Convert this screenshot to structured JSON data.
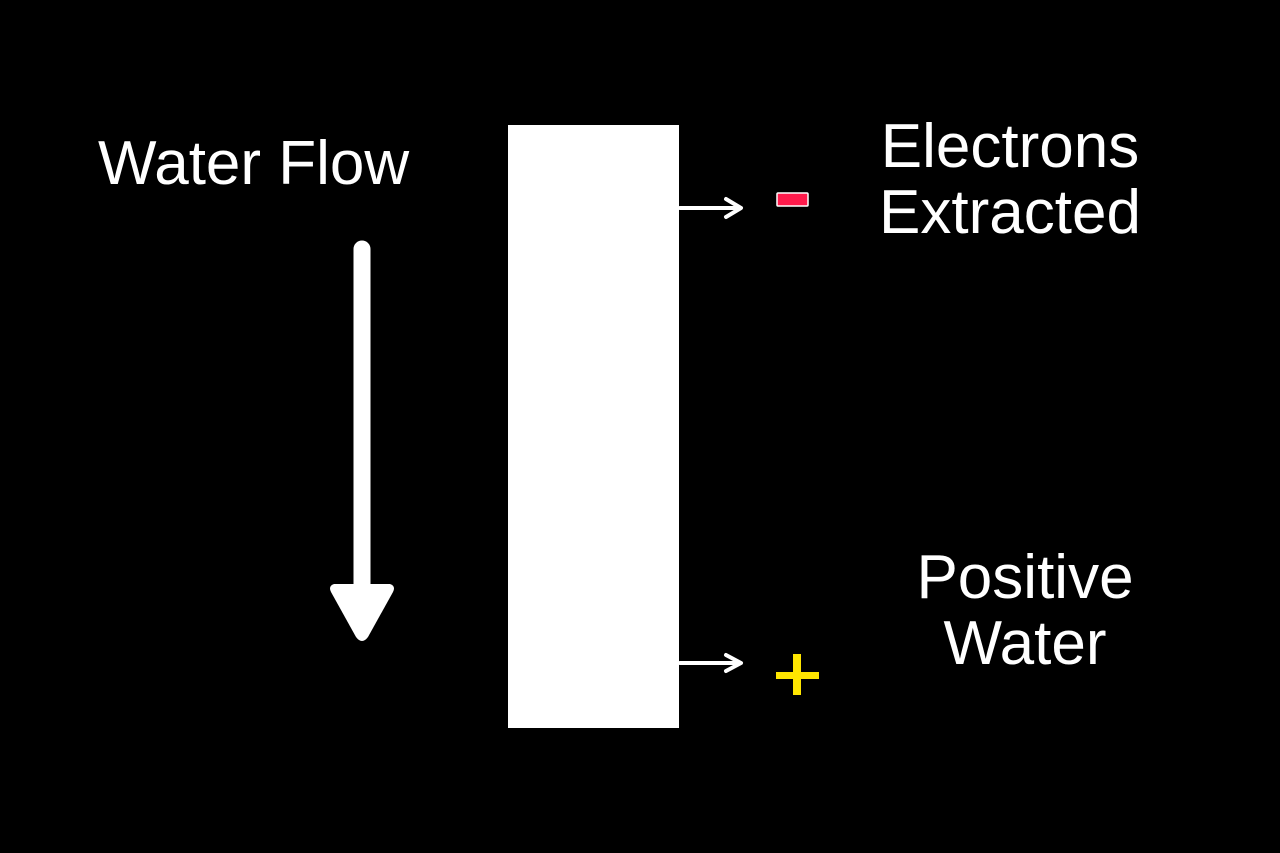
{
  "labels": {
    "water_flow": "Water Flow",
    "electrons_line1": "Electrons",
    "electrons_line2": "Extracted",
    "positive_line1": "Positive",
    "positive_line2": "Water"
  },
  "symbols": {
    "minus": "-",
    "plus": "+"
  },
  "colors": {
    "background": "#000000",
    "foreground": "#ffffff",
    "minus": "#ff1a4b",
    "plus": "#ffe600"
  }
}
